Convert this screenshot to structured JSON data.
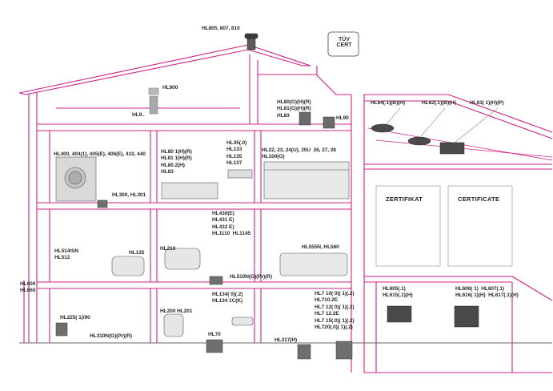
{
  "labels": {
    "roof_vent": "HL805, 807, 810",
    "attic_vent": "HL900",
    "attic_vent_2": "HL9..",
    "attic_right": "HL80(G)(H)(R)\nHL81(G)(H)(R)\nHL83",
    "attic_right_2": "HL90",
    "washing": "HL400, 404(1), 405(E), 406(E), 410, 440",
    "washing_2": "HL300, HL301",
    "bath": "HL80 1(H)(R)\nHL81 1(H)(R)\nHL80.2(H)\nHL83",
    "sink_1": "HL35(.0)\nHL133\nHL135\nHL137",
    "kitchen": "HL22, 23, 24(U), 25U  26, 27, 28\nHL100(G)",
    "toilet_1": "HL514/SN\nHL512",
    "toilet_1b": "HL135",
    "mid_list": "HL430(E)\nHL431 E)\nHL432 E)\nHL1110  HL1145",
    "mid_toilet": "HL210",
    "mid_drain": "HL510N(G)(Pr)(R)",
    "bathtub": "HL555N, HL560",
    "stack": "HL600\nHL660",
    "floor_drain": "HL225( 1)/90",
    "floor_drain_2": "HL310N(G)(Pr)(R)",
    "basin_trap": "HL134( 0)(.2)\nHL134 1C(K)",
    "wc": "HL200  HL201",
    "hl70": "HL70",
    "floor_list": "HL7 10( 0)( 1)(.2)\nHL710.2E\nHL7 12( 0)( 1)(.2)\nHL7 12.2E\nHL7 15(.0)( 1)(.2)\nHL720(.0)( 1)(.2)",
    "backflow": "HL317(H)",
    "roof_gully_1": "HL64(.1)(B)(H)",
    "roof_gully_2": "HL62(.1)(B)(H)",
    "roof_gully_3": "HL63( 1)(H)(P)",
    "gully_a": "HL605(.1)\nHL615(.1)(H)",
    "gully_b": "HL606( 1)  HL607(.1)\nHL616( 1)(H)  HL617(.1)(H)"
  },
  "certificates": {
    "left_title": "ZERTIFIKAT",
    "right_title": "CERTIFICATE"
  },
  "logo": {
    "tuv_text": "TÜV",
    "cert_text": "CERT"
  },
  "colors": {
    "house_outline": "#d0208a",
    "house_fill": "#ffffff",
    "label_text": "#2a2a2a",
    "product_dark": "#3a3a3a",
    "product_light": "#b8b8b8"
  }
}
